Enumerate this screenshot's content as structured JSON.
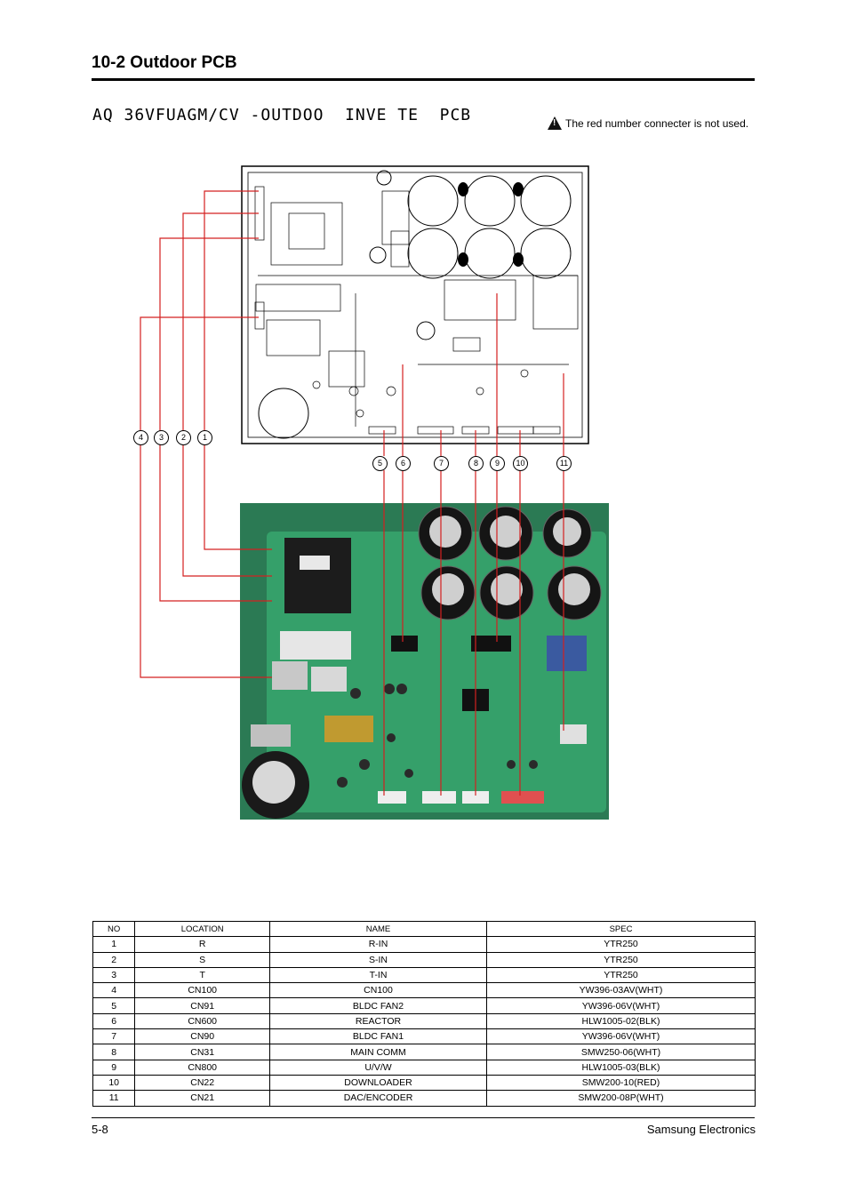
{
  "header": {
    "section_title": "10-2 Outdoor PCB",
    "model_title": "AQ 36VFUAGM/CV -OUTDOO  INVE TE  PCB",
    "note": "The red number connecter is not used."
  },
  "icons": {
    "note_icon": "warning-triangle-icon"
  },
  "diagram": {
    "callouts_left": [
      "4",
      "3",
      "2",
      "1"
    ],
    "callouts_bottom": [
      "5",
      "6",
      "7",
      "8",
      "9",
      "10",
      "11"
    ],
    "line_color": "#d42020",
    "board_green": "#2f8f5a"
  },
  "table": {
    "headers": [
      "NO",
      "LOCATION",
      "NAME",
      "SPEC"
    ],
    "rows": [
      [
        "1",
        "R",
        "R-IN",
        "YTR250"
      ],
      [
        "2",
        "S",
        "S-IN",
        "YTR250"
      ],
      [
        "3",
        "T",
        "T-IN",
        "YTR250"
      ],
      [
        "4",
        "CN100",
        "CN100",
        "YW396-03AV(WHT)"
      ],
      [
        "5",
        "CN91",
        "BLDC FAN2",
        "YW396-06V(WHT)"
      ],
      [
        "6",
        "CN600",
        "REACTOR",
        "HLW1005-02(BLK)"
      ],
      [
        "7",
        "CN90",
        "BLDC FAN1",
        "YW396-06V(WHT)"
      ],
      [
        "8",
        "CN31",
        "MAIN COMM",
        "SMW250-06(WHT)"
      ],
      [
        "9",
        "CN800",
        "U/V/W",
        "HLW1005-03(BLK)"
      ],
      [
        "10",
        "CN22",
        "DOWNLOADER",
        "SMW200-10(RED)"
      ],
      [
        "11",
        "CN21",
        "DAC/ENCODER",
        "SMW200-08P(WHT)"
      ]
    ]
  },
  "footer": {
    "page": "5-8",
    "company": "Samsung Electronics"
  }
}
